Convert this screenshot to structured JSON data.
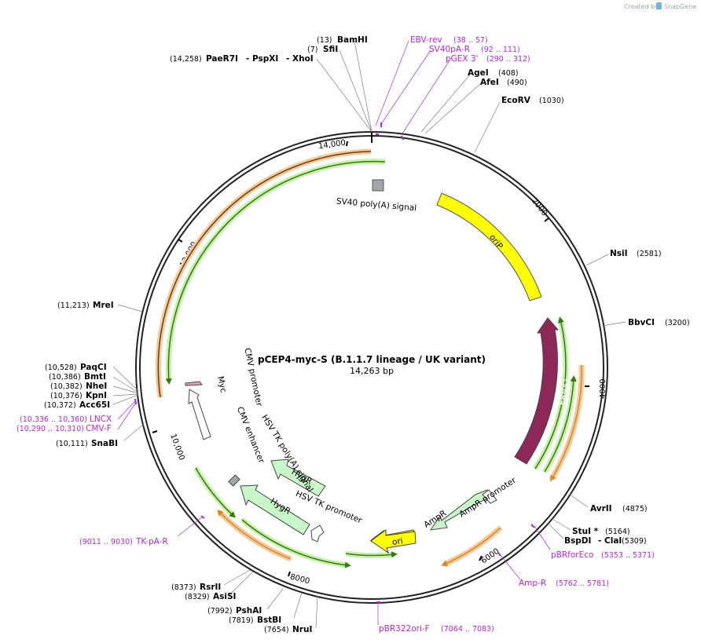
{
  "watermark": {
    "created_by": "Created by",
    "brand": "SnapGene"
  },
  "plasmid": {
    "name": "pCEP4-myc-S (B.1.1.7 lineage / UK variant)",
    "length_label": "14,263 bp",
    "length": 14263
  },
  "ruler": [
    "14,000",
    "2000",
    "4000",
    "6000",
    "8000",
    "10,000",
    "12,000"
  ],
  "sites": [
    {
      "name": "BamHI",
      "pos": "(13)"
    },
    {
      "name": "SfiI",
      "pos": "(7)"
    },
    {
      "name": "PaeR7I",
      "pos": "(14,258)"
    },
    {
      "name": "- PspXI",
      "pos": ""
    },
    {
      "name": "- XhoI",
      "pos": ""
    },
    {
      "name": "AgeI",
      "pos": "(408)"
    },
    {
      "name": "AfeI",
      "pos": "(490)"
    },
    {
      "name": "EcoRV",
      "pos": "(1030)"
    },
    {
      "name": "NsiI",
      "pos": "(2581)"
    },
    {
      "name": "BbvCI",
      "pos": "(3200)"
    },
    {
      "name": "AvrII",
      "pos": "(4875)"
    },
    {
      "name": "StuI *",
      "pos": "(5164)"
    },
    {
      "name": "BspDI",
      "pos": "(5309)"
    },
    {
      "name": "- ClaI",
      "pos": ""
    },
    {
      "name": "NruI",
      "pos": "(7654)"
    },
    {
      "name": "BstBI",
      "pos": "(7819)"
    },
    {
      "name": "PshAI",
      "pos": "(7992)"
    },
    {
      "name": "AsiSI",
      "pos": "(8329)"
    },
    {
      "name": "RsrII",
      "pos": "(8373)"
    },
    {
      "name": "SnaBI",
      "pos": "(10,111)"
    },
    {
      "name": "Acc65I",
      "pos": "(10,372)"
    },
    {
      "name": "KpnI",
      "pos": "(10,376)"
    },
    {
      "name": "NheI",
      "pos": "(10,382)"
    },
    {
      "name": "BmtI",
      "pos": "(10,386)"
    },
    {
      "name": "PaqCI",
      "pos": "(10,528)"
    },
    {
      "name": "MreI",
      "pos": "(11,213)"
    }
  ],
  "primers": [
    {
      "name": "EBV-rev",
      "pos": "(38 .. 57)"
    },
    {
      "name": "SV40pA-R",
      "pos": "(92 .. 111)"
    },
    {
      "name": "pGEX 3'",
      "pos": "(290 .. 312)"
    },
    {
      "name": "pBRforEco",
      "pos": "(5353 .. 5371)"
    },
    {
      "name": "Amp-R",
      "pos": "(5762 .. 5781)"
    },
    {
      "name": "pBR322ori-F",
      "pos": "(7064 .. 7083)"
    },
    {
      "name": "TK-pA-R",
      "pos": "(9011 .. 9030)"
    },
    {
      "name": "CMV-F",
      "pos": "(10,290 .. 10,310)"
    },
    {
      "name": "LNCX",
      "pos": "(10,336 .. 10,360)"
    }
  ],
  "features": [
    {
      "name": "SV40 poly(A) signal"
    },
    {
      "name": "oriP"
    },
    {
      "name": "EBNA1"
    },
    {
      "name": "AmpR promoter"
    },
    {
      "name": "AmpR"
    },
    {
      "name": "ori"
    },
    {
      "name": "HSV TK promoter"
    },
    {
      "name": "HygR"
    },
    {
      "name": "HygR"
    },
    {
      "name": "HSV TK poly(A) signal"
    },
    {
      "name": "CMV enhancer"
    },
    {
      "name": "CMV promoter"
    },
    {
      "name": "Myc"
    }
  ],
  "colors": {
    "backbone": "#222222",
    "orf_orange": "#f5c89a",
    "orf_green": "#c8f0a8",
    "orip": "#ffff00",
    "ebna1": "#8e2858",
    "ampr": "#c8f7c8",
    "primer": "#b226d8",
    "site_line": "#7f7f7f"
  }
}
